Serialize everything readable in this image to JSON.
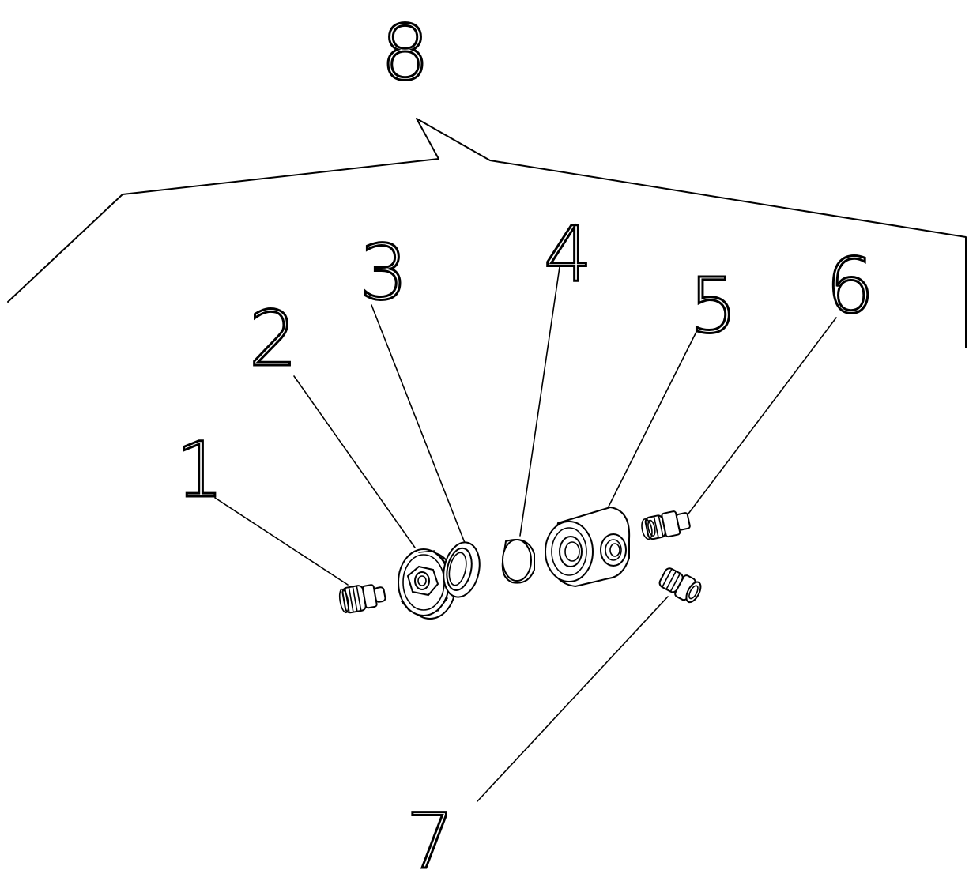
{
  "callouts": [
    {
      "id": "1",
      "label": "1"
    },
    {
      "id": "2",
      "label": "2"
    },
    {
      "id": "3",
      "label": "3"
    },
    {
      "id": "4",
      "label": "4"
    },
    {
      "id": "5",
      "label": "5"
    },
    {
      "id": "6",
      "label": "6"
    },
    {
      "id": "7",
      "label": "7"
    },
    {
      "id": "8",
      "label": "8"
    }
  ],
  "parts": [
    {
      "id": "part-1",
      "callout": "1"
    },
    {
      "id": "part-2",
      "callout": "2"
    },
    {
      "id": "part-3",
      "callout": "3"
    },
    {
      "id": "part-4",
      "callout": "4"
    },
    {
      "id": "part-5",
      "callout": "5"
    },
    {
      "id": "part-6",
      "callout": "6"
    },
    {
      "id": "part-7",
      "callout": "7"
    },
    {
      "id": "part-8",
      "callout": "8"
    }
  ]
}
